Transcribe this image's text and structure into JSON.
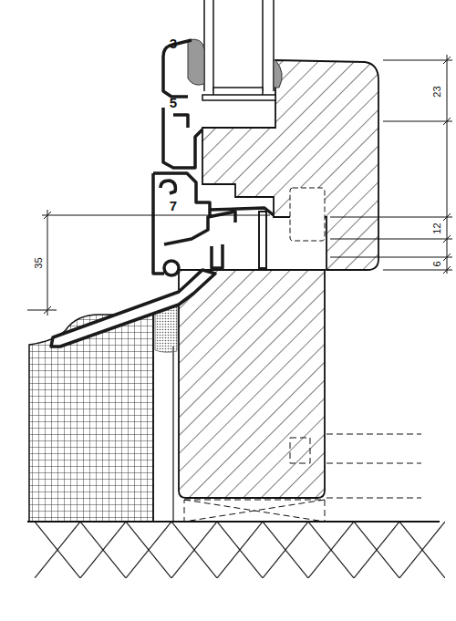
{
  "diagram": {
    "labels": [
      "3",
      "5",
      "7",
      "23",
      "12",
      "6",
      "35"
    ]
  }
}
